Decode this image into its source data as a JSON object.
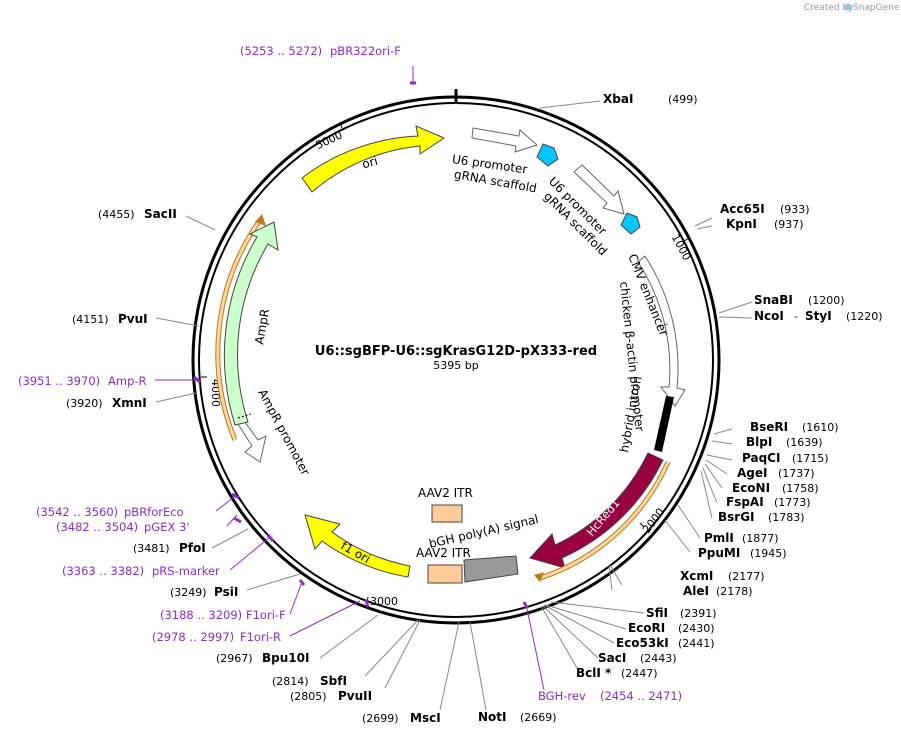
{
  "credit": {
    "prefix": "Created by",
    "brand": "SnapGene"
  },
  "plasmid": {
    "name": "U6::sgBFP-U6::sgKrasG12D-pX333-red",
    "size": "5395 bp",
    "length": 5395
  },
  "ticks": [
    "1000",
    "2000",
    "3000",
    "4000",
    "5000"
  ],
  "colors": {
    "ori": "#ffff00",
    "ampr": "#ccffcc",
    "f1ori": "#ffff00",
    "hcred": "#990040",
    "itr": "#ffcc99",
    "bgh": "#999999",
    "u6": "#00c8ff",
    "orange": "#f0a030",
    "primer": "#8b2bc9"
  },
  "features": [
    {
      "key": "ori",
      "label": "ori"
    },
    {
      "key": "u6a",
      "label": "U6 promoter"
    },
    {
      "key": "grna1",
      "label": "gRNA scaffold"
    },
    {
      "key": "u6b",
      "label": "U6 promoter"
    },
    {
      "key": "grna2",
      "label": "gRNA scaffold"
    },
    {
      "key": "cmv",
      "label": "CMV enhancer"
    },
    {
      "key": "cba",
      "label": "chicken β-actin promoter"
    },
    {
      "key": "intron",
      "label": "hybrid intron"
    },
    {
      "key": "hcred",
      "label": "HcRed1"
    },
    {
      "key": "bgh",
      "label": "bGH poly(A) signal"
    },
    {
      "key": "itr1",
      "label": "AAV2 ITR"
    },
    {
      "key": "itr2",
      "label": "AAV2 ITR"
    },
    {
      "key": "f1ori",
      "label": "f1 ori"
    },
    {
      "key": "amprp",
      "label": "AmpR promoter"
    },
    {
      "key": "ampr",
      "label": "AmpR"
    }
  ],
  "sites": [
    {
      "name": "XbaI",
      "pos": "(499)"
    },
    {
      "name": "Acc65I",
      "pos": "(933)"
    },
    {
      "name": "KpnI",
      "pos": "(937)"
    },
    {
      "name": "SnaBI",
      "pos": "(1200)"
    },
    {
      "name": "NcoI",
      "pos": "(1220)",
      "extra": "StyI"
    },
    {
      "name": "BseRI",
      "pos": "(1610)"
    },
    {
      "name": "BlpI",
      "pos": "(1639)"
    },
    {
      "name": "PaqCI",
      "pos": "(1715)"
    },
    {
      "name": "AgeI",
      "pos": "(1737)"
    },
    {
      "name": "EcoNI",
      "pos": "(1758)"
    },
    {
      "name": "FspAI",
      "pos": "(1773)"
    },
    {
      "name": "BsrGI",
      "pos": "(1783)"
    },
    {
      "name": "PmlI",
      "pos": "(1877)"
    },
    {
      "name": "PpuMI",
      "pos": "(1945)"
    },
    {
      "name": "XcmI",
      "pos": "(2177)"
    },
    {
      "name": "AleI",
      "pos": "(2178)"
    },
    {
      "name": "SfiI",
      "pos": "(2391)"
    },
    {
      "name": "EcoRI",
      "pos": "(2430)"
    },
    {
      "name": "Eco53kI",
      "pos": "(2441)"
    },
    {
      "name": "SacI",
      "pos": "(2443)"
    },
    {
      "name": "BclI *",
      "pos": "(2447)"
    },
    {
      "name": "NotI",
      "pos": "(2669)"
    },
    {
      "name": "MscI",
      "pos": "(2699)"
    },
    {
      "name": "PvuII",
      "pos": "(2805)"
    },
    {
      "name": "SbfI",
      "pos": "(2814)"
    },
    {
      "name": "Bpu10I",
      "pos": "(2967)"
    },
    {
      "name": "PsiI",
      "pos": "(3249)"
    },
    {
      "name": "PfoI",
      "pos": "(3481)"
    },
    {
      "name": "XmnI",
      "pos": "(3920)"
    },
    {
      "name": "PvuI",
      "pos": "(4151)"
    },
    {
      "name": "SacII",
      "pos": "(4455)"
    }
  ],
  "primers": [
    {
      "name": "pBR322ori-F",
      "range": "(5253 .. 5272)"
    },
    {
      "name": "BGH-rev",
      "range": "(2454 .. 2471)"
    },
    {
      "name": "F1ori-R",
      "range": "(2978 .. 2997)"
    },
    {
      "name": "F1ori-F",
      "range": "(3188 .. 3209)"
    },
    {
      "name": "pRS-marker",
      "range": "(3363 .. 3382)"
    },
    {
      "name": "pGEX 3'",
      "range": "(3482 .. 3504)"
    },
    {
      "name": "pBRforEco",
      "range": "(3542 .. 3560)"
    },
    {
      "name": "Amp-R",
      "range": "(3951 .. 3970)"
    }
  ]
}
